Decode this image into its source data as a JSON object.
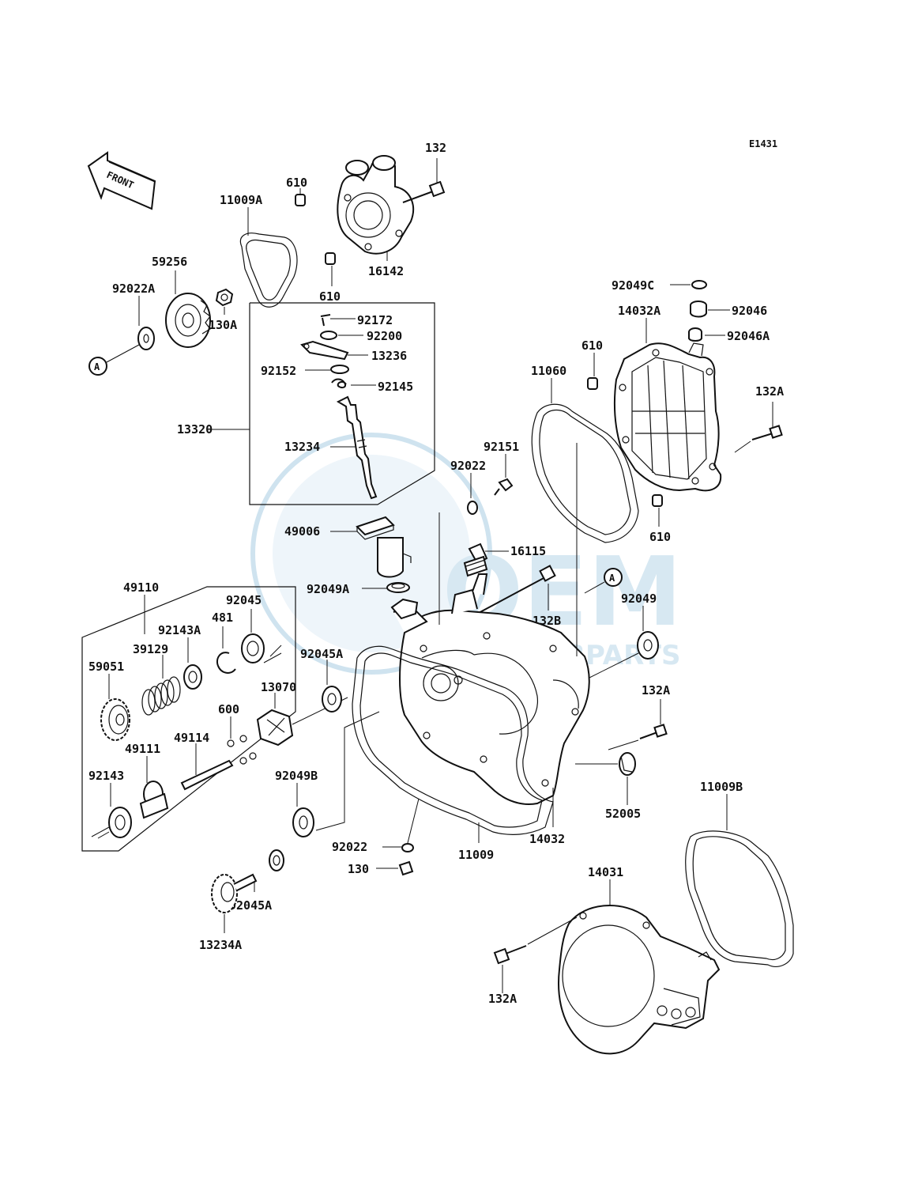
{
  "diagram": {
    "code": "E1431",
    "front_label": "FRONT",
    "ref_a": "A",
    "watermark": {
      "main": "OEM",
      "sub": "MOTORPARTS"
    },
    "labels": {
      "p132_top": "132",
      "p610_a": "610",
      "p11009A": "11009A",
      "p16142": "16142",
      "p59256": "59256",
      "p92022A": "92022A",
      "p130A": "130A",
      "p610_b": "610",
      "p92172": "92172",
      "p92200": "92200",
      "p13236": "13236",
      "p92152": "92152",
      "p92145": "92145",
      "p13320": "13320",
      "p13234": "13234",
      "p49006": "49006",
      "p92049C": "92049C",
      "p92046": "92046",
      "p14032A": "14032A",
      "p92046A": "92046A",
      "p610_c": "610",
      "p11060": "11060",
      "p132A_r": "132A",
      "p92151": "92151",
      "p92022_top": "92022",
      "p610_d": "610",
      "p16115": "16115",
      "p92049A": "92049A",
      "p132B": "132B",
      "p92049": "92049",
      "p49110": "49110",
      "p92045": "92045",
      "p481": "481",
      "p92143A": "92143A",
      "p39129": "39129",
      "p59051": "59051",
      "p92045A_mid": "92045A",
      "p13070": "13070",
      "p600": "600",
      "p49114": "49114",
      "p49111": "49111",
      "p92143": "92143",
      "p132A_mid": "132A",
      "p52005": "52005",
      "p14032": "14032",
      "p92049B": "92049B",
      "p92022_bot": "92022",
      "p11009": "11009",
      "p130": "130",
      "p11009B": "11009B",
      "p14031": "14031",
      "p92045A_bot": "92045A",
      "p13234A": "13234A",
      "p132A_bot": "132A"
    }
  }
}
